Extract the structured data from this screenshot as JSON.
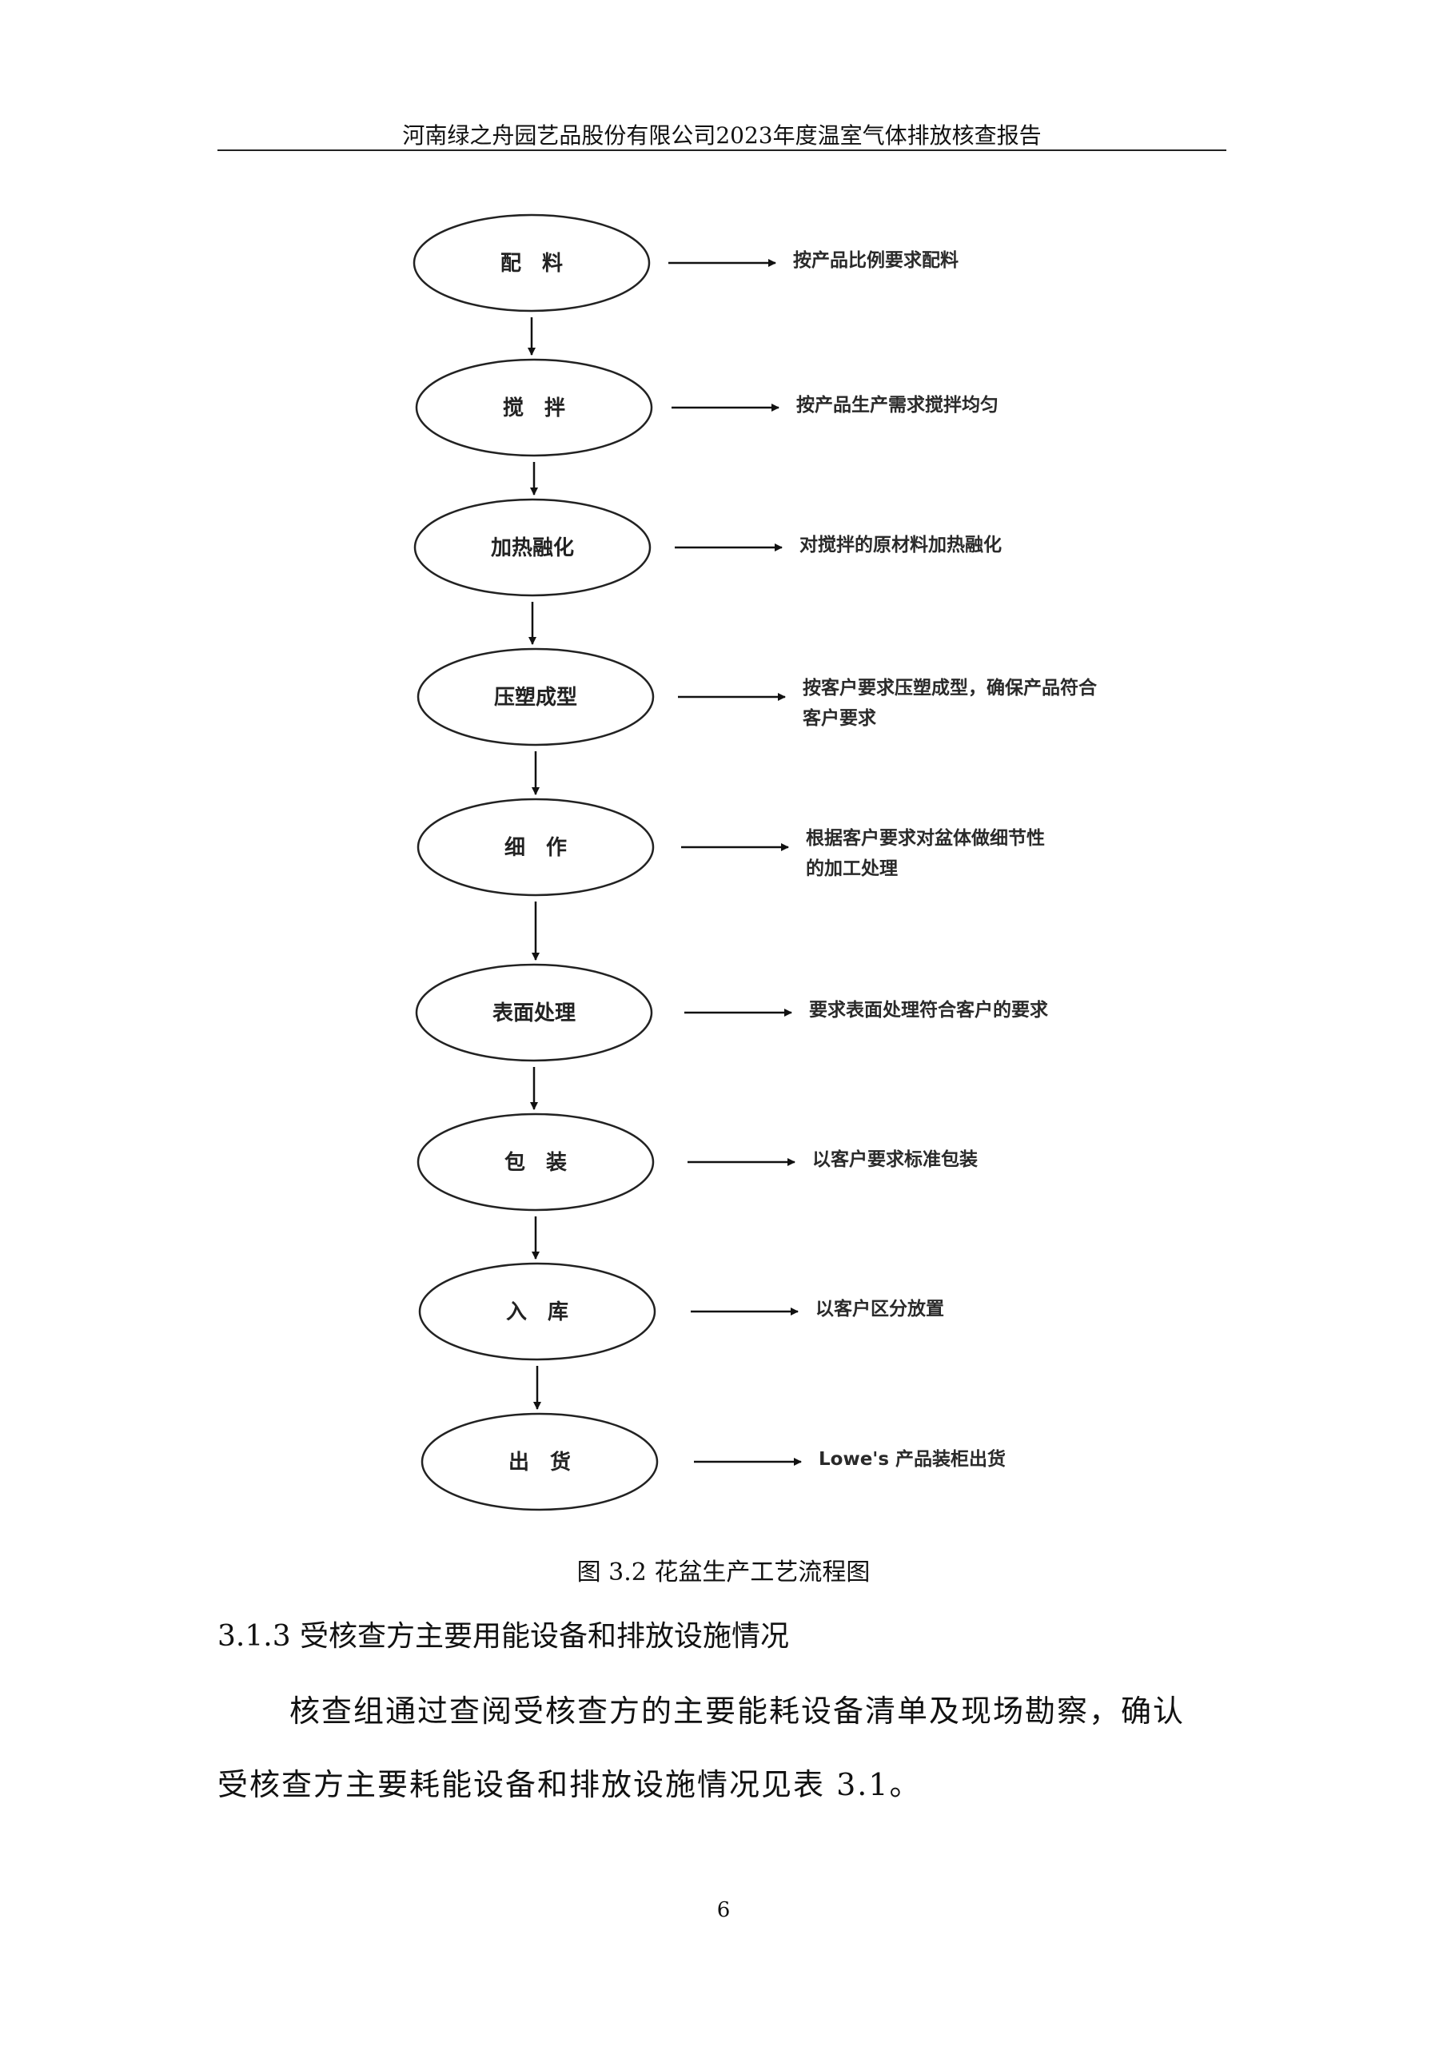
{
  "header": {
    "title": "河南绿之舟园艺品股份有限公司2023年度温室气体排放核查报告"
  },
  "flowchart": {
    "steps": [
      {
        "label": "配　料",
        "note": "按产品比例要求配料"
      },
      {
        "label": "搅　拌",
        "note": "按产品生产需求搅拌均匀"
      },
      {
        "label": "加热融化",
        "note": "对搅拌的原材料加热融化"
      },
      {
        "label": "压塑成型",
        "note": "按客户要求压塑成型，确保产品符合\n客户要求"
      },
      {
        "label": "细　作",
        "note": "根据客户要求对盆体做细节性\n的加工处理"
      },
      {
        "label": "表面处理",
        "note": "要求表面处理符合客户的要求"
      },
      {
        "label": "包　装",
        "note": "以客户要求标准包装"
      },
      {
        "label": "入　库",
        "note": "以客户区分放置"
      },
      {
        "label": "出　货",
        "note": "Lowe's 产品装柜出货"
      }
    ]
  },
  "caption": "图 3.2  花盆生产工艺流程图",
  "section": {
    "heading": "3.1.3  受核查方主要用能设备和排放设施情况",
    "paragraph_line1": "核查组通过查阅受核查方的主要能耗设备清单及现场勘察，确认",
    "paragraph_line2": "受核查方主要耗能设备和排放设施情况见表 3.1。"
  },
  "page_number": "6"
}
